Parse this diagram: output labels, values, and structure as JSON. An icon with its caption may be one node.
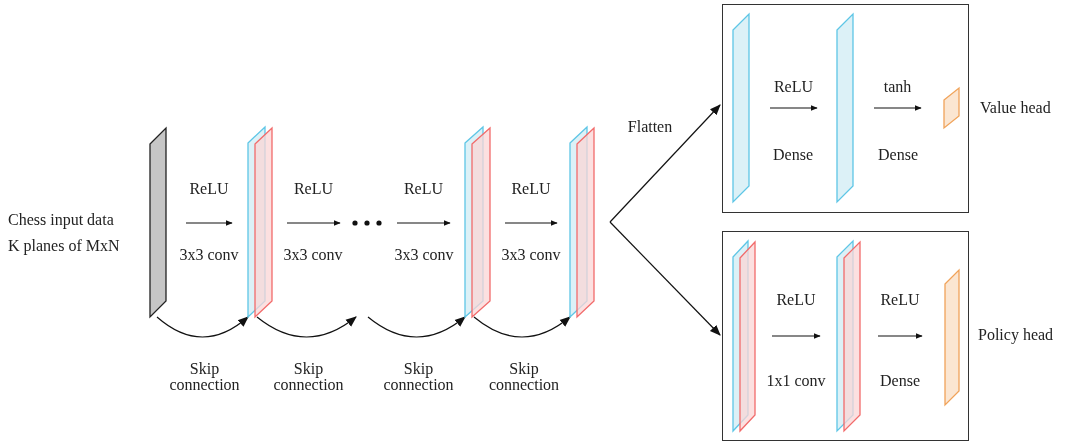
{
  "diagram": {
    "nodes": [
      {
        "text": [],
        "shape": "parallelogram",
        "beside": [
          "Chess input data",
          "K planes of MxN"
        ]
      },
      {
        "text": [],
        "shape": "parallelogram"
      },
      {
        "text": [],
        "shape": "dots"
      },
      {
        "text": [],
        "shape": "parallelogram"
      },
      {
        "text": [],
        "shape": "parallelogram"
      },
      {
        "text": [
          "Value head"
        ]
      },
      {
        "text": [],
        "shape": "parallelogram",
        "in": 5
      },
      {
        "text": [],
        "shape": "parallelogram",
        "in": 5
      },
      {
        "text": [],
        "shape": "parallelogram",
        "in": 5
      },
      {
        "text": [
          "Policy head"
        ]
      },
      {
        "text": [],
        "shape": "parallelogram",
        "in": 9
      },
      {
        "text": [],
        "shape": "parallelogram",
        "in": 9
      },
      {
        "text": [],
        "shape": "parallelogram",
        "in": 9
      }
    ],
    "edges": [
      {
        "from": 0,
        "to": 1,
        "arrow": "to",
        "label": "ReLU"
      },
      {
        "from": 1,
        "to": 2,
        "arrow": "to",
        "label": "ReLU"
      },
      {
        "from": 2,
        "to": 3,
        "arrow": "to",
        "label": "ReLU"
      },
      {
        "from": 3,
        "to": 4,
        "arrow": "to",
        "label": "ReLU"
      },
      {
        "from": 0,
        "to": 1,
        "arrow": "to",
        "label": "Skip connection"
      },
      {
        "from": 1,
        "to": null,
        "arrow": "to",
        "label": "Skip connection"
      },
      {
        "from": null,
        "to": 3,
        "arrow": "to",
        "label": "Skip connection"
      },
      {
        "from": 3,
        "to": 4,
        "arrow": "to",
        "label": "Skip connection"
      },
      {
        "from": 4,
        "to": 5,
        "arrow": "to",
        "label": "Flatten"
      },
      {
        "from": 4,
        "to": 9,
        "arrow": "to"
      },
      {
        "from": 6,
        "to": 7,
        "arrow": "to",
        "label": "ReLU"
      },
      {
        "from": 7,
        "to": 8,
        "arrow": "to",
        "label": "tanh"
      },
      {
        "from": 10,
        "to": 11,
        "arrow": "to",
        "label": "ReLU"
      },
      {
        "from": 11,
        "to": 12,
        "arrow": "to",
        "label": "ReLU"
      }
    ],
    "labels": [
      "Dense",
      "Dense",
      "3x3 conv",
      "3x3 conv",
      "3x3 conv",
      "3x3 conv",
      "1x1 conv",
      "Dense"
    ]
  }
}
